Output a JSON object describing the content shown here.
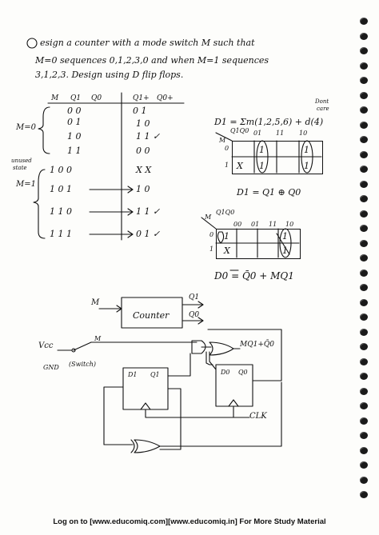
{
  "problem": {
    "line1": "esign a counter with a mode switch M such that",
    "line2": "M=0 sequences 0,1,2,3,0 and when M=1 sequences",
    "line3": "3,1,2,3. Design using D flip flops."
  },
  "table": {
    "headers": [
      "M",
      "Q1",
      "Q0",
      "Q1+",
      "Q0+"
    ],
    "m0_label": "M=0",
    "m1_label": "M=1",
    "unused_label_1": "unused",
    "unused_label_2": "state",
    "rows": [
      {
        "state": "0 0",
        "next": "0 1"
      },
      {
        "state": "0 1",
        "next": "1 0"
      },
      {
        "state": "1 0",
        "next": "1 1 ✓"
      },
      {
        "state": "1 1",
        "next": "0 0"
      },
      {
        "state": "1 0 0",
        "next": "X X"
      },
      {
        "state": "1 0 1",
        "next": "1 0"
      },
      {
        "state": "1 1 0",
        "next": "1 1 ✓"
      },
      {
        "state": "1 1 1",
        "next": "0 1 ✓"
      }
    ]
  },
  "kmap1": {
    "equation": "D1 = Σm(1,2,5,6) + d(4)",
    "note1": "Dont",
    "note2": "care",
    "corner": "M",
    "var_label": "Q1Q0",
    "cols": [
      "00",
      "01",
      "11",
      "10"
    ],
    "row_labels": [
      "0",
      "1"
    ],
    "cells": [
      [
        "",
        "1",
        "",
        "1"
      ],
      [
        "X",
        "1",
        "",
        "1"
      ]
    ],
    "result": "D1 = Q1 ⊕ Q0"
  },
  "kmap2": {
    "corner": "M",
    "var_label": "Q1Q0",
    "cols": [
      "00",
      "01",
      "11",
      "10"
    ],
    "row_labels": [
      "0",
      "1"
    ],
    "cells": [
      [
        "1",
        "",
        "",
        "1"
      ],
      [
        "X",
        "",
        "",
        "1"
      ]
    ],
    "result": "D0 = Q̄0 + MQ1"
  },
  "block": {
    "input": "M",
    "label": "Counter",
    "out1": "Q1",
    "out0": "Q0"
  },
  "circuit": {
    "vcc": "Vcc",
    "m": "M",
    "gnd": "GND",
    "switch": "(Switch)",
    "ff1_d": "D1",
    "ff1_q": "Q1",
    "ff0_d": "D0",
    "ff0_q": "Q0",
    "gate_expr": "MQ1+Q̄0",
    "clk": "CLK"
  },
  "footer": "Log on to [www.educomiq.com][www.educomiq.in] For More Study Material"
}
